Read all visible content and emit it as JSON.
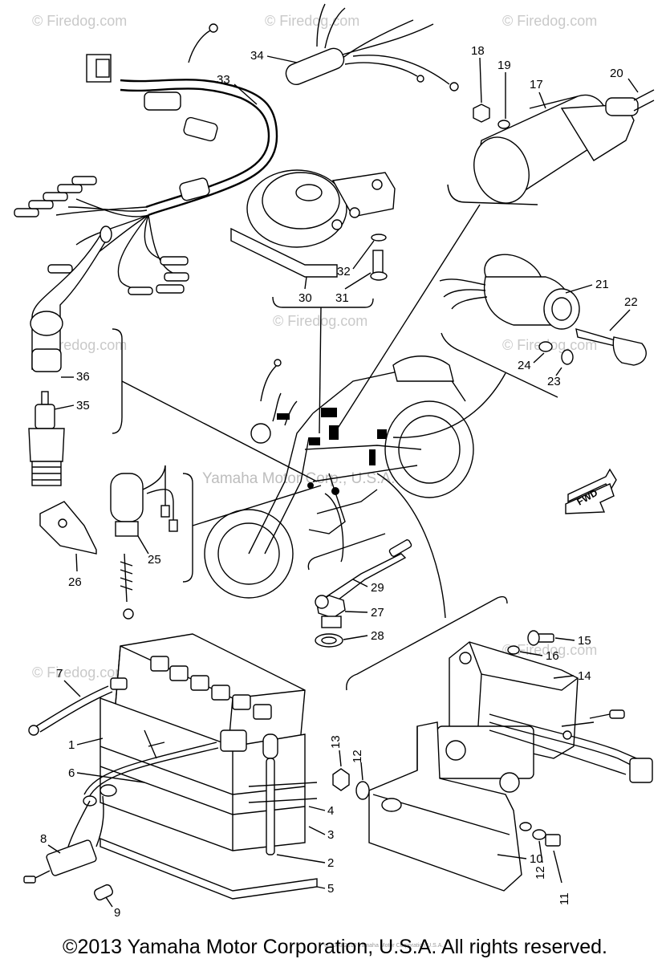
{
  "watermark": {
    "site": "© Firedog.com",
    "center": "Yamaha Motor Corp., U.S.A."
  },
  "fine_print": "U 2000-2010 Yamaha Motor Corporation U.S.A.",
  "copyright": "©2013 Yamaha Motor Corporation, U.S.A. All rights reserved.",
  "forward_arrow": "FWD",
  "callouts": [
    "1",
    "2",
    "3",
    "4",
    "5",
    "6",
    "7",
    "8",
    "9",
    "10",
    "11",
    "12",
    "12",
    "13",
    "14",
    "15",
    "16",
    "17",
    "18",
    "19",
    "20",
    "21",
    "22",
    "23",
    "24",
    "25",
    "26",
    "27",
    "28",
    "29",
    "30",
    "31",
    "32",
    "33",
    "34",
    "35",
    "36"
  ]
}
